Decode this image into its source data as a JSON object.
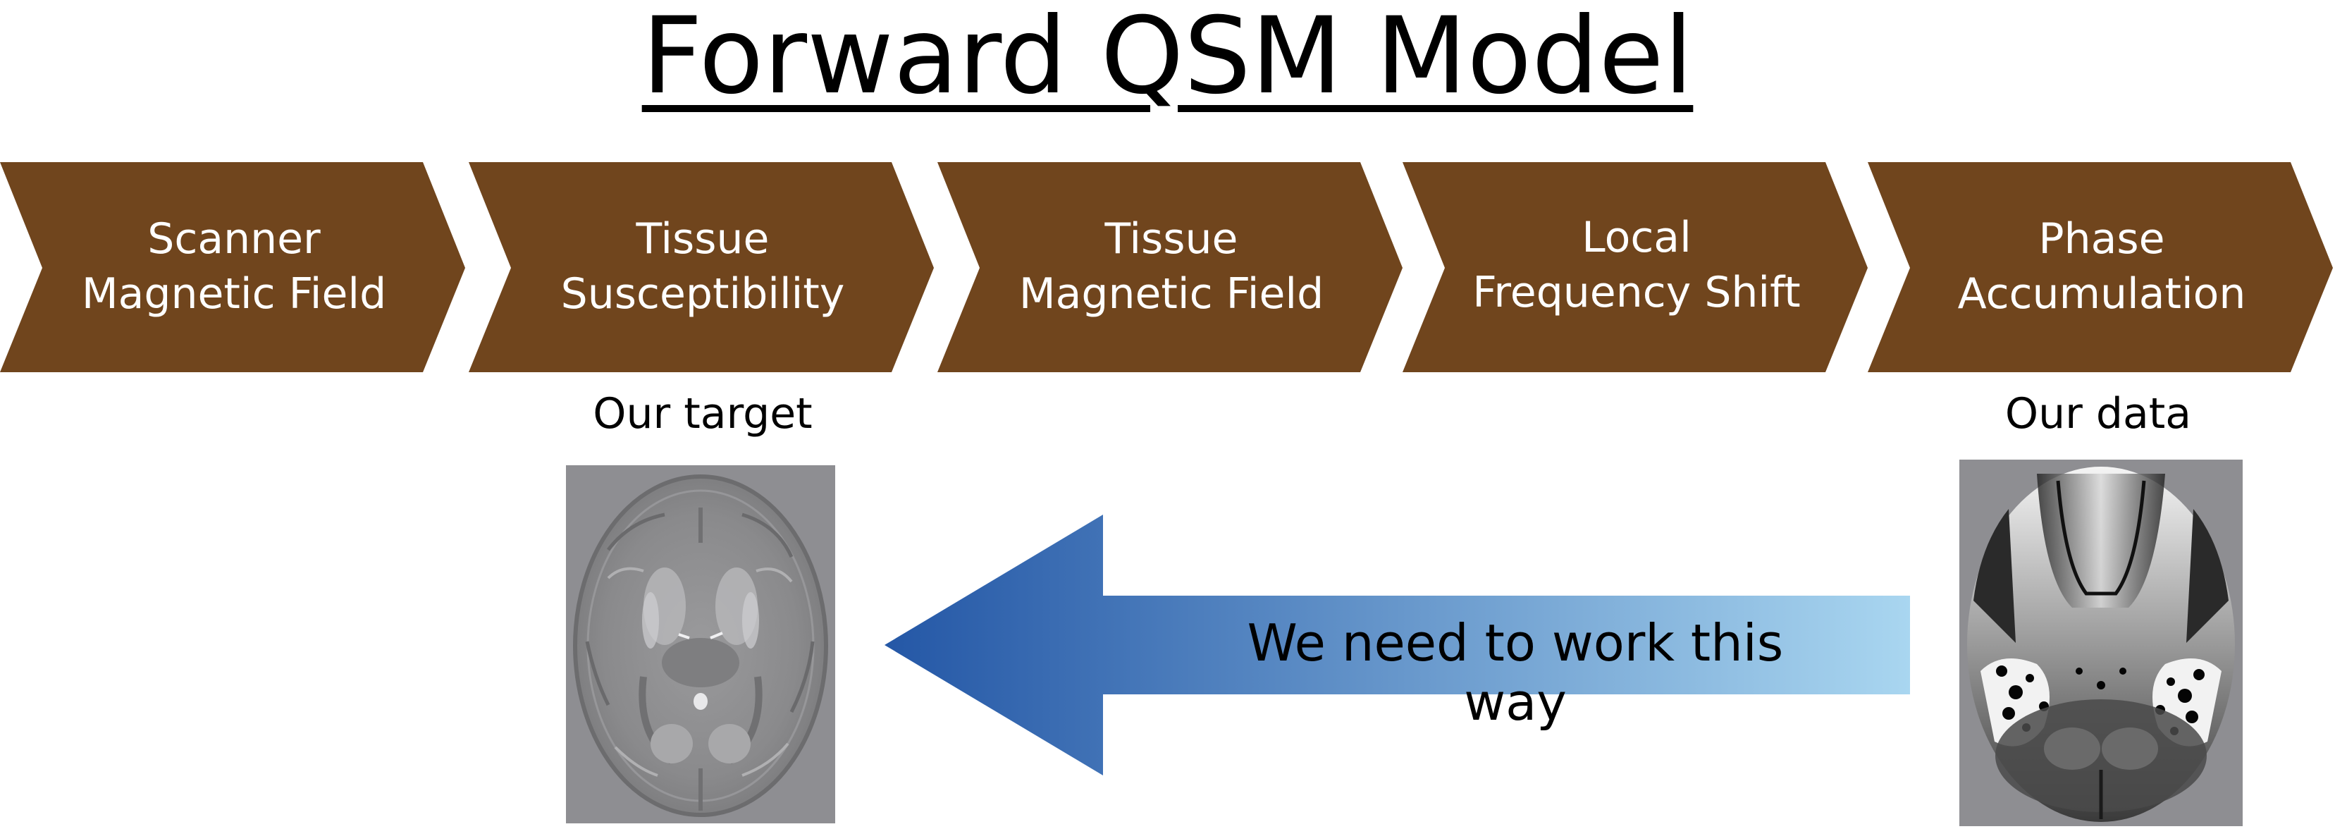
{
  "title": "Forward QSM Model",
  "colors": {
    "chevron": "#70451d",
    "chevron_text": "#ffffff",
    "arrow_dark": "#2457a6",
    "arrow_light": "#a9d6f0"
  },
  "steps": [
    {
      "line1": "Scanner",
      "line2": "Magnetic Field"
    },
    {
      "line1": "Tissue",
      "line2": "Susceptibility"
    },
    {
      "line1": "Tissue",
      "line2": "Magnetic Field"
    },
    {
      "line1": "Local",
      "line2": "Frequency Shift"
    },
    {
      "line1": "Phase",
      "line2": "Accumulation"
    }
  ],
  "left_panel": {
    "caption": "Our target",
    "image": "susceptibility-map-brain-image"
  },
  "right_panel": {
    "caption": "Our data",
    "image": "phase-map-brain-image"
  },
  "arrow": {
    "label": "We need to work this way",
    "direction": "left"
  }
}
